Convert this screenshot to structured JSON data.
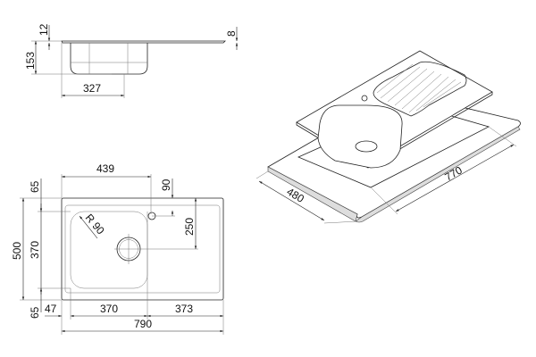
{
  "side_view": {
    "dims": {
      "rim_height": "12",
      "bowl_depth": "153",
      "bowl_width": "327",
      "drainer_thickness": "8"
    }
  },
  "plan_view": {
    "dims": {
      "tap_offset_x": "439",
      "tap_offset_y": "90",
      "drain_offset_y": "250",
      "radius": "R 90",
      "total_depth": "500",
      "bowl_depth": "370",
      "top_margin": "65",
      "bottom_margin": "65",
      "left_margin": "47",
      "bowl_width": "370",
      "drainer_width": "373",
      "total_width": "790"
    }
  },
  "iso_view": {
    "dims": {
      "cutout_depth": "480",
      "cutout_width": "770"
    }
  }
}
